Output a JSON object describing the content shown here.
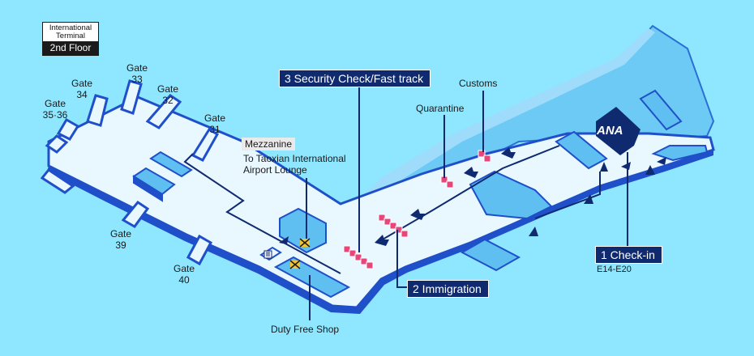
{
  "terminal": {
    "line1": "International",
    "line2": "Terminal",
    "floor": "2nd Floor"
  },
  "callouts": {
    "security": "3 Security Check/Fast track",
    "immigration": "2 Immigration",
    "checkin": "1 Check-in",
    "checkin_counters": "E14-E20"
  },
  "places": {
    "customs": "Customs",
    "quarantine": "Quarantine",
    "mezzanine": "Mezzanine",
    "lounge": "To Taoxian International Airport Lounge",
    "duty_free": "Duty Free Shop",
    "airline_logo": "ANA"
  },
  "gates": {
    "g31": "Gate 31",
    "g32": "Gate 32",
    "g33": "Gate 33",
    "g34": "Gate 34",
    "g35_36": "Gate 35·36",
    "g39": "Gate 39",
    "g40": "Gate 40"
  },
  "gate_parts": {
    "word": "Gate",
    "n31": "31",
    "n32": "32",
    "n33": "33",
    "n34": "34",
    "n35_36": "35·36",
    "n39": "39",
    "n40": "40"
  },
  "lounge_parts": {
    "line1": "To Taoxian International",
    "line2": "Airport Lounge"
  },
  "colors": {
    "background": "#8ee6ff",
    "floor": "#e9f7ff",
    "wall": "#1f4fc9",
    "wall_dark": "#0f2a6f",
    "building": "#5fbff0",
    "path": "#0f2a6f",
    "counter": "#e8457a"
  }
}
